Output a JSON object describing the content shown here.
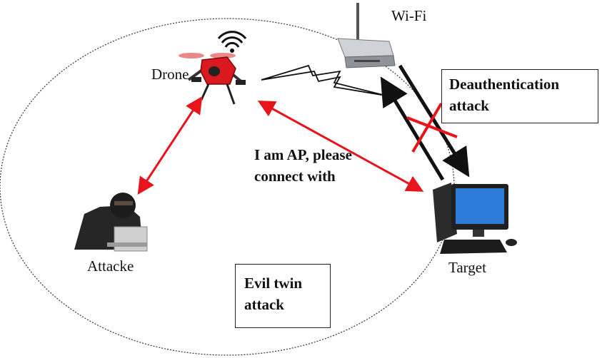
{
  "labels": {
    "wifi": "Wi-Fi",
    "drone": "Drone",
    "attacker": "Attacke",
    "target": "Target",
    "fake_ap_message_line1": "I am AP, please",
    "fake_ap_message_line2": "connect with"
  },
  "boxes": {
    "deauth_line1": "Deauthentication",
    "deauth_line2": "attack",
    "evil_twin_line1": "Evil twin",
    "evil_twin_line2": "attack"
  },
  "colors": {
    "attack_link": "#e8141b",
    "legit_link": "#111111",
    "drone_body": "#d9191e"
  },
  "icons": [
    "wifi-router-icon",
    "drone-icon",
    "wifi-signal-icon",
    "hacker-icon",
    "desktop-computer-icon",
    "lightning-bolt-icon"
  ]
}
